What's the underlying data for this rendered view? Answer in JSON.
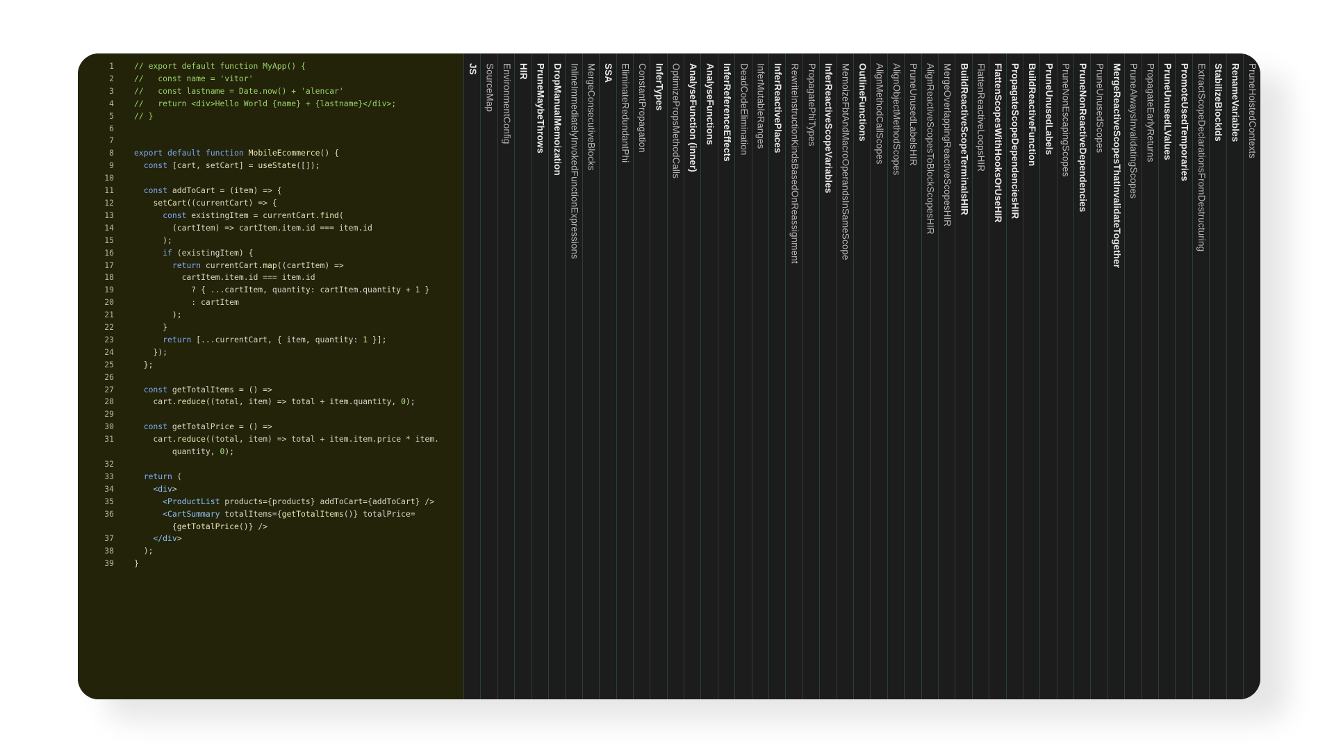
{
  "editor": {
    "lines": [
      {
        "n": "1",
        "code": "// export default function MyApp() {"
      },
      {
        "n": "2",
        "code": "//   const name = 'vitor'"
      },
      {
        "n": "3",
        "code": "//   const lastname = Date.now() + 'alencar'"
      },
      {
        "n": "4",
        "code": "//   return <div>Hello World {name} + {lastname}</div>;"
      },
      {
        "n": "5",
        "code": "// }"
      },
      {
        "n": "6",
        "code": ""
      },
      {
        "n": "7",
        "code": ""
      },
      {
        "n": "8",
        "code": "export default function MobileEcommerce() {"
      },
      {
        "n": "9",
        "code": "  const [cart, setCart] = useState([]);"
      },
      {
        "n": "10",
        "code": ""
      },
      {
        "n": "11",
        "code": "  const addToCart = (item) => {"
      },
      {
        "n": "12",
        "code": "    setCart((currentCart) => {"
      },
      {
        "n": "13",
        "code": "      const existingItem = currentCart.find("
      },
      {
        "n": "14",
        "code": "        (cartItem) => cartItem.item.id === item.id"
      },
      {
        "n": "15",
        "code": "      );"
      },
      {
        "n": "16",
        "code": "      if (existingItem) {"
      },
      {
        "n": "17",
        "code": "        return currentCart.map((cartItem) =>"
      },
      {
        "n": "18",
        "code": "          cartItem.item.id === item.id"
      },
      {
        "n": "19",
        "code": "            ? { ...cartItem, quantity: cartItem.quantity + 1 }"
      },
      {
        "n": "20",
        "code": "            : cartItem"
      },
      {
        "n": "21",
        "code": "        );"
      },
      {
        "n": "22",
        "code": "      }"
      },
      {
        "n": "23",
        "code": "      return [...currentCart, { item, quantity: 1 }];"
      },
      {
        "n": "24",
        "code": "    });"
      },
      {
        "n": "25",
        "code": "  };"
      },
      {
        "n": "26",
        "code": ""
      },
      {
        "n": "27",
        "code": "  const getTotalItems = () =>"
      },
      {
        "n": "28",
        "code": "    cart.reduce((total, item) => total + item.quantity, 0);"
      },
      {
        "n": "29",
        "code": ""
      },
      {
        "n": "30",
        "code": "  const getTotalPrice = () =>"
      },
      {
        "n": "31",
        "code": "    cart.reduce((total, item) => total + item.item.price * item.\n        quantity, 0);"
      },
      {
        "n": "32",
        "code": ""
      },
      {
        "n": "33",
        "code": "  return ("
      },
      {
        "n": "34",
        "code": "    <div>"
      },
      {
        "n": "35",
        "code": "      <ProductList products={products} addToCart={addToCart} />"
      },
      {
        "n": "36",
        "code": "      <CartSummary totalItems={getTotalItems()} totalPrice=\n        {getTotalPrice()} />"
      },
      {
        "n": "37",
        "code": "    </div>"
      },
      {
        "n": "38",
        "code": "  );"
      },
      {
        "n": "39",
        "code": "}"
      }
    ]
  },
  "passes": [
    {
      "label": "JS",
      "bold": true
    },
    {
      "label": "SourceMap",
      "bold": false
    },
    {
      "label": "EnvironmentConfig",
      "bold": false
    },
    {
      "label": "HIR",
      "bold": true
    },
    {
      "label": "PruneMaybeThrows",
      "bold": true
    },
    {
      "label": "DropManualMemoization",
      "bold": true
    },
    {
      "label": "InlineImmediatelyInvokedFunctionExpressions",
      "bold": false
    },
    {
      "label": "MergeConsecutiveBlocks",
      "bold": false
    },
    {
      "label": "SSA",
      "bold": true
    },
    {
      "label": "EliminateRedundantPhi",
      "bold": false
    },
    {
      "label": "ConstantPropagation",
      "bold": false
    },
    {
      "label": "InferTypes",
      "bold": true
    },
    {
      "label": "OptimizePropsMethodCalls",
      "bold": false
    },
    {
      "label": "AnalyseFunction (inner)",
      "bold": true
    },
    {
      "label": "AnalyseFunctions",
      "bold": true
    },
    {
      "label": "InferReferenceEffects",
      "bold": true
    },
    {
      "label": "DeadCodeElimination",
      "bold": false
    },
    {
      "label": "InferMutableRanges",
      "bold": false
    },
    {
      "label": "InferReactivePlaces",
      "bold": true
    },
    {
      "label": "RewriteInstructionKindsBasedOnReassignment",
      "bold": false
    },
    {
      "label": "PropagatePhiTypes",
      "bold": false
    },
    {
      "label": "InferReactiveScopeVariables",
      "bold": true
    },
    {
      "label": "MemoizeFbtAndMacroOperandsInSameScope",
      "bold": false
    },
    {
      "label": "OutlineFunctions",
      "bold": true
    },
    {
      "label": "AlignMethodCallScopes",
      "bold": false
    },
    {
      "label": "AlignObjectMethodScopes",
      "bold": false
    },
    {
      "label": "PruneUnusedLabelsHIR",
      "bold": false
    },
    {
      "label": "AlignReactiveScopesToBlockScopesHIR",
      "bold": false
    },
    {
      "label": "MergeOverlappingReactiveScopesHIR",
      "bold": false
    },
    {
      "label": "BuildReactiveScopeTerminalsHIR",
      "bold": true
    },
    {
      "label": "FlattenReactiveLoopsHIR",
      "bold": false
    },
    {
      "label": "FlattenScopesWithHooksOrUseHIR",
      "bold": true
    },
    {
      "label": "PropagateScopeDependenciesHIR",
      "bold": true
    },
    {
      "label": "BuildReactiveFunction",
      "bold": true
    },
    {
      "label": "PruneUnusedLabels",
      "bold": true
    },
    {
      "label": "PruneNonEscapingScopes",
      "bold": false
    },
    {
      "label": "PruneNonReactiveDependencies",
      "bold": true
    },
    {
      "label": "PruneUnusedScopes",
      "bold": false
    },
    {
      "label": "MergeReactiveScopesThatInvalidateTogether",
      "bold": true
    },
    {
      "label": "PruneAlwaysInvalidatingScopes",
      "bold": false
    },
    {
      "label": "PropagateEarlyReturns",
      "bold": false
    },
    {
      "label": "PruneUnusedLValues",
      "bold": true
    },
    {
      "label": "PromoteUsedTemporaries",
      "bold": true
    },
    {
      "label": "ExtractScopeDeclarationsFromDestructuring",
      "bold": false
    },
    {
      "label": "StabilizeBlockIds",
      "bold": true
    },
    {
      "label": "RenameVariables",
      "bold": true
    },
    {
      "label": "PruneHoistedContexts",
      "bold": false
    }
  ]
}
